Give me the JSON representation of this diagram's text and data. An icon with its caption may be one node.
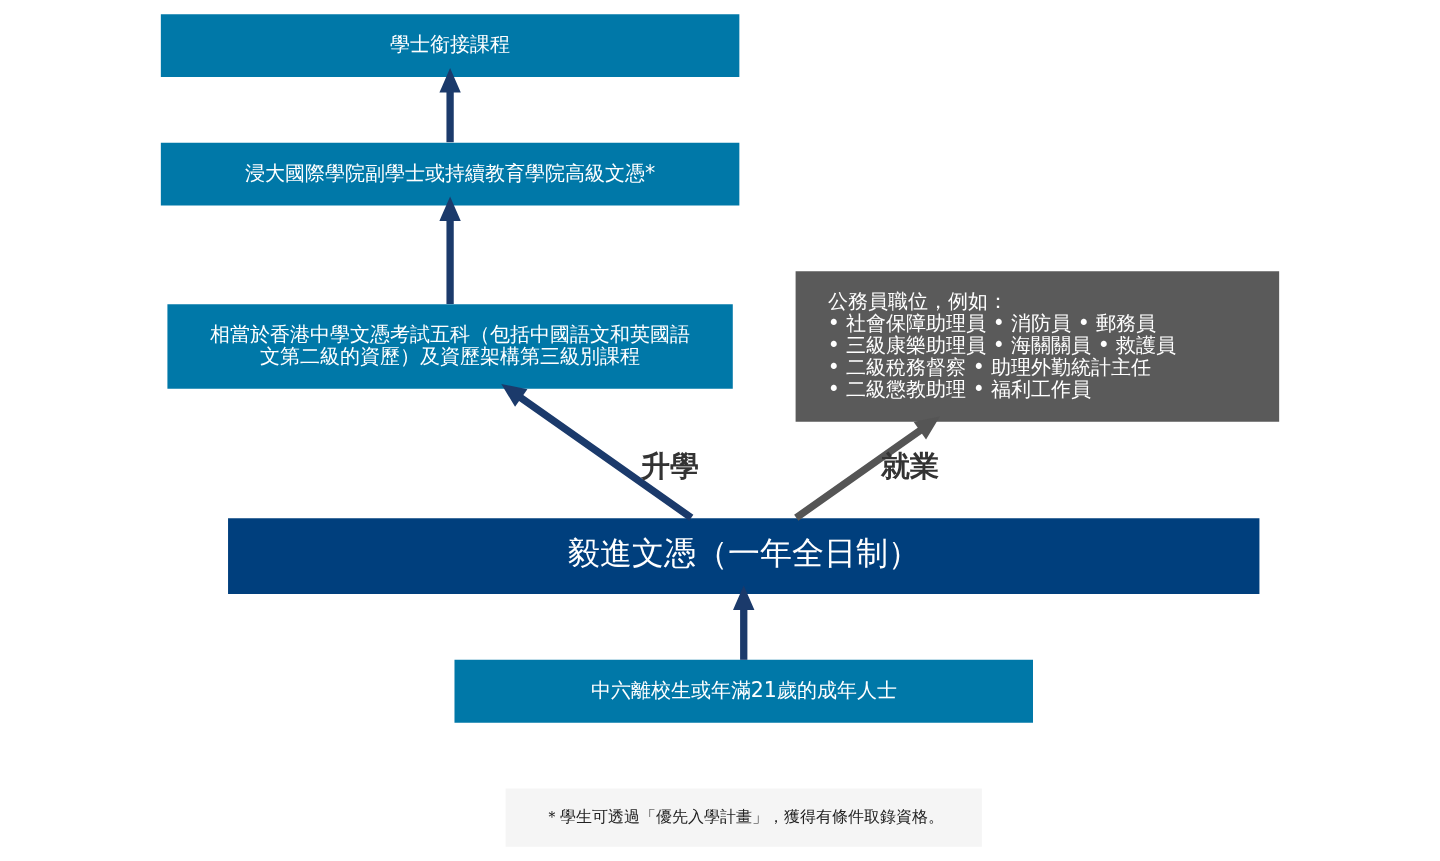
{
  "diagram": {
    "nodes": [
      {
        "text": [
          "學士銜接課程"
        ]
      },
      {
        "text": [
          "浸大國際學院副學士或持續教育學院高級文憑*"
        ]
      },
      {
        "text": [
          "相當於香港中學文憑考試五科（包括中國語文和英國語文第二級的資歷）及資歷架構第三級別課程"
        ]
      },
      {
        "text": [
          "公務員職位，例如：",
          "• 社會保障助理員 • 消防員 • 郵務員",
          "• 三級康樂助理員 • 海關關員 • 救護員",
          "• 二級稅務督察 • 助理外勤統計主任",
          "• 二級懲教助理 • 福利工作員"
        ]
      },
      {
        "text": [
          "毅進文憑（一年全日制）"
        ]
      },
      {
        "text": [
          "中六離校生或年滿21歲的成年人士"
        ]
      }
    ],
    "edges": [
      {
        "from": 5,
        "to": 4,
        "arrow": "to"
      },
      {
        "from": 4,
        "to": 2,
        "arrow": "to",
        "label": "升學"
      },
      {
        "from": 4,
        "to": 3,
        "arrow": "to",
        "label": "就業",
        "color": "#555555"
      },
      {
        "from": 2,
        "to": 1,
        "arrow": "to"
      },
      {
        "from": 1,
        "to": 0,
        "arrow": "to"
      }
    ],
    "labels": [
      "＊學生可透過「優先入學計畫」，獲得有條件取錄資格。"
    ]
  }
}
